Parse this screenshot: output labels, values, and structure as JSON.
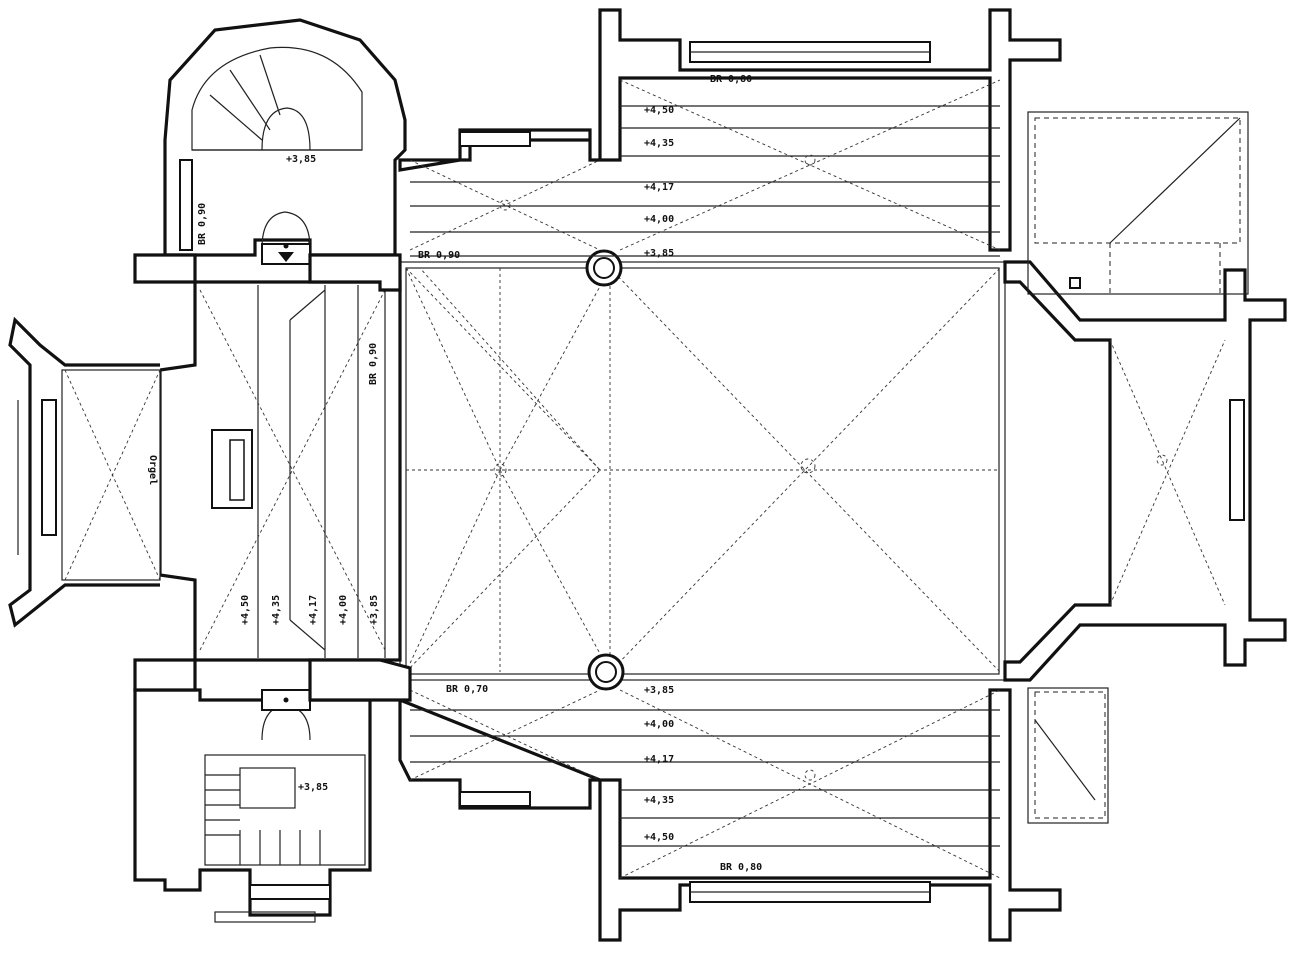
{
  "labels": {
    "stair_top": "+3,85",
    "stair_bottom": "+3,85",
    "br_tower": "BR 0,90",
    "br_nave_top": "BR 0,90",
    "br_gallery": "BR 0,90",
    "br_nave_bottom": "BR 0,70",
    "br_window_top": "BR 0,80",
    "br_window_bottom": "BR 0,80",
    "organ": "Orgel",
    "top_levels": [
      "+4,50",
      "+4,35",
      "+4,17",
      "+4,00",
      "+3,85"
    ],
    "bottom_levels": [
      "+3,85",
      "+4,00",
      "+4,17",
      "+4,35",
      "+4,50"
    ],
    "gallery_levels": [
      "+4,50",
      "+4,35",
      "+4,17",
      "+4,00",
      "+3,85"
    ]
  }
}
